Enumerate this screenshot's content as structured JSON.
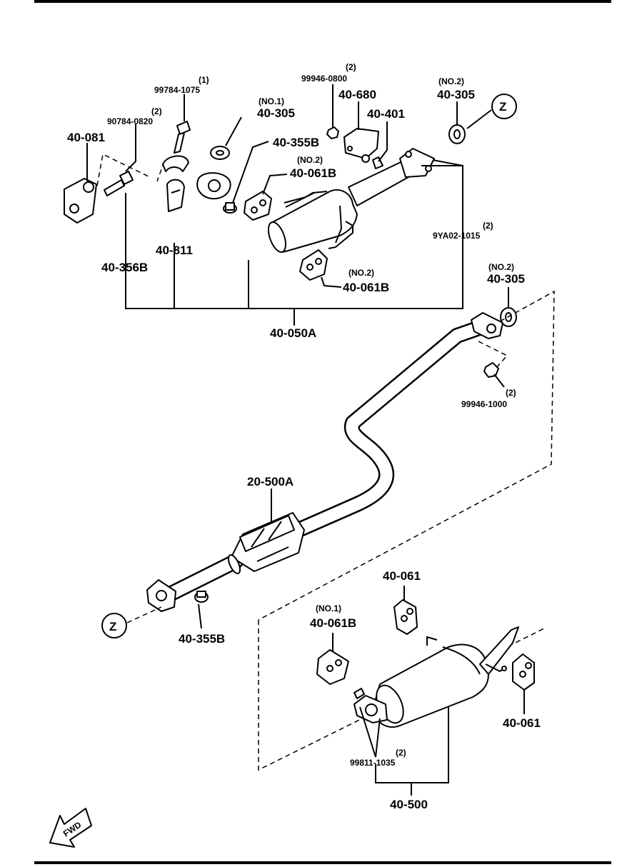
{
  "callouts": {
    "p40_081": "40-081",
    "p90784_qty": "(2)",
    "p90784": "90784-0820",
    "p99784_qty": "(1)",
    "p99784": "99784-1075",
    "p40_811": "40-811",
    "p40_356b": "40-356B",
    "p40_305_no1_tag": "(NO.1)",
    "p40_305_no1": "40-305",
    "p40_355b_top": "40-355B",
    "p40_061b_top_tag": "(NO.2)",
    "p40_061b_top": "40-061B",
    "p99946_0800_qty": "(2)",
    "p99946_0800": "99946-0800",
    "p40_680": "40-680",
    "p40_401": "40-401",
    "p40_305_no2_top_tag": "(NO.2)",
    "p40_305_no2_top": "40-305",
    "z_top": "Z",
    "p9ya02_qty": "(2)",
    "p9ya02": "9YA02-1015",
    "p40_061b_mid_tag": "(NO.2)",
    "p40_061b_mid": "40-061B",
    "p40_050a": "40-050A",
    "p40_305_no2_mid_tag": "(NO.2)",
    "p40_305_no2_mid": "40-305",
    "p99946_1000_qty": "(2)",
    "p99946_1000": "99946-1000",
    "p20_500a": "20-500A",
    "z_bottom": "Z",
    "p40_355b_bottom": "40-355B",
    "p40_061_top": "40-061",
    "p40_061b_no1_tag": "(NO.1)",
    "p40_061b_no1": "40-061B",
    "p40_061_right": "40-061",
    "p99811_qty": "(2)",
    "p99811": "99811-1035",
    "p40_500": "40-500",
    "fwd": "FWD"
  }
}
